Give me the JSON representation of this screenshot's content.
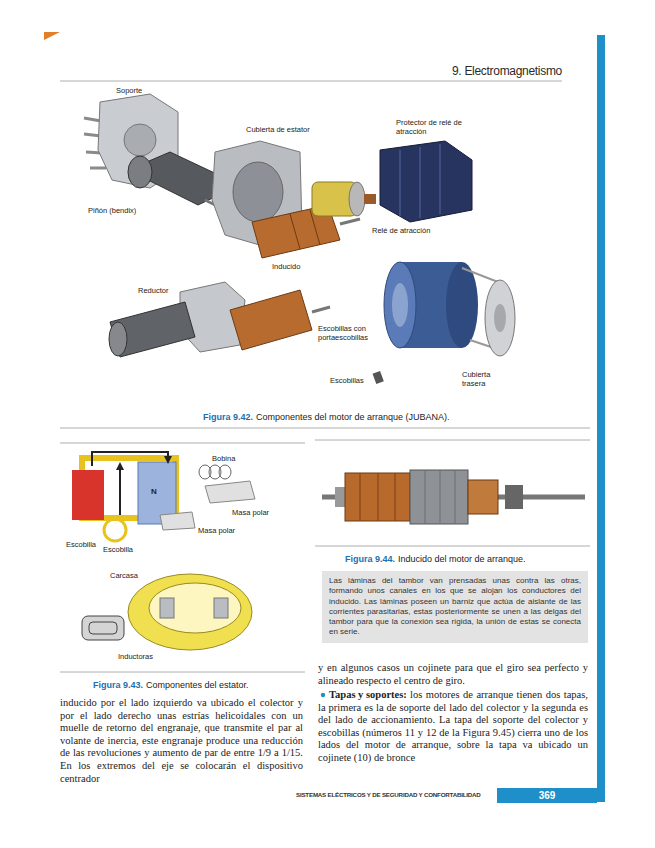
{
  "diagram": {
    "title": "9. Electromagnetismo",
    "nodes": [
      {
        "text": [
          "Las láminas del tambor van prensadas unas contra las otras, formando unos canales en los que se alojan los conductores del inducido. Las láminas poseen un barniz que actúa de aislante de las corrientes parasitarias, estas posteriormente se unen a las delgas del tambor para que la conexión sea rígida, la unión de estas se conecta en serie."
        ]
      },
      {
        "text": [
          "369"
        ]
      }
    ],
    "labels": [
      "Soporte",
      "Cubierta de estator",
      "Protector de relé de atracción",
      "Piñón (bendix)",
      "Relé de atracción",
      "Inducido",
      "Reductor",
      "Escobillas con portaescobillas",
      "Escobillas",
      "Cubierta trasera",
      "Figura 9.42.",
      "Componentes del motor de arranque (JUBANA).",
      "Bobina",
      "Masa polar",
      "Masa polar",
      "Escobilla",
      "Escobilla",
      "N",
      "Carcasa",
      "Inductoras",
      "Figura 9.43.",
      "Componentes del estator.",
      "Figura 9.44.",
      "Inducido del motor de arranque.",
      "inducido por el lado izquierdo va ubicado el colector y por el lado derecho unas estrías helicoidales con un muelle de retorno del engranaje, que transmite el par al volante de inercia, este engranaje produce una reducción de las revoluciones y aumento de par de entre 1/9 a 1/15. En los extremos del eje se colocarán el dispositivo centrador",
      "y en algunos casos un cojinete para que el giro sea perfecto y alineado respecto el centro de giro.",
      "Tapas y soportes:",
      "los motores de arranque tienen dos tapas, la primera es la de soporte del lado del colector y la segunda es del lado de accionamiento. La tapa del soporte del colector y escobillas (números 11 y 12 de la Figura 9.45) cierra uno de los lados del motor de arranque, sobre la tapa va ubicado un cojinete (10) de bronce",
      "SISTEMAS ELÉCTRICOS Y DE SEGURIDAD Y CONFORTABILIDAD"
    ]
  }
}
